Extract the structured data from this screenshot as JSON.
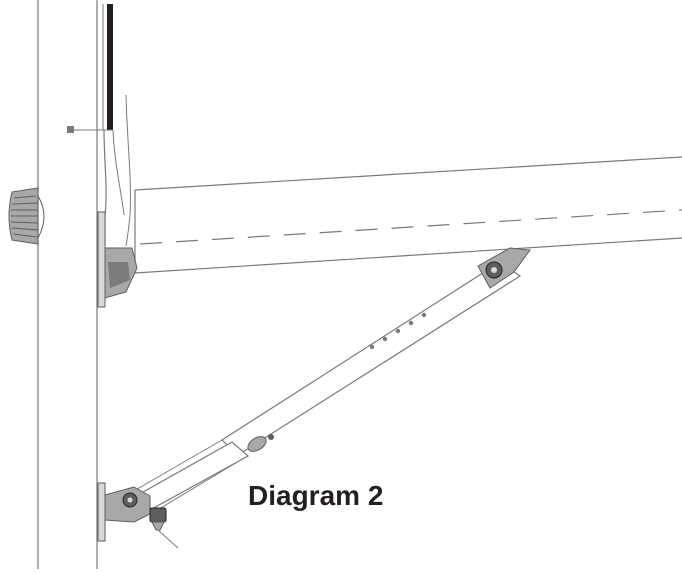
{
  "caption": "Diagram 2",
  "colors": {
    "line": "#7a7a7a",
    "dark": "#231f20",
    "metal_light": "#d9d9d9",
    "metal_mid": "#a8a8a8",
    "metal_dark": "#5e5e5e",
    "background": "#ffffff"
  },
  "icons": {
    "wall": "wall-line",
    "post": "vertical-post",
    "knob": "dial-knob-icon",
    "beam": "awning-roller-bar",
    "arm": "telescopic-support-arm",
    "upper_joint": "upper-pivot-joint",
    "lower_bracket": "wall-mount-bracket",
    "fastener": "thumb-screw-icon"
  }
}
